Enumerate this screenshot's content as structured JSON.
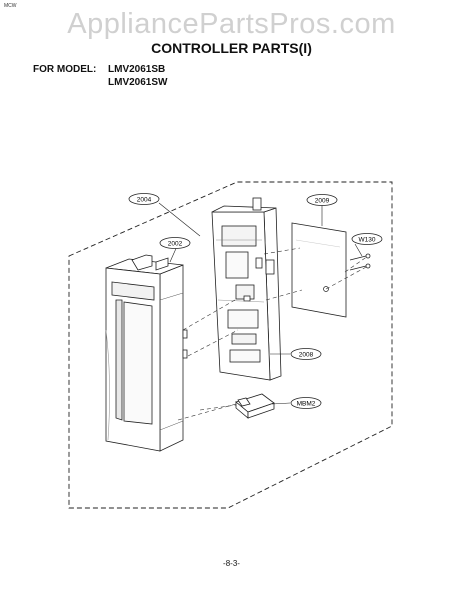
{
  "header": {
    "corner_mark": "MCW",
    "watermark": "AppliancePartsPros.com",
    "title": "CONTROLLER PARTS(I)",
    "model_label": "FOR MODEL:",
    "models": [
      "LMV2061SB",
      "LMV2061SW"
    ]
  },
  "callouts": [
    {
      "id": "c2004",
      "label": "2004"
    },
    {
      "id": "c2002",
      "label": "2002"
    },
    {
      "id": "c2009",
      "label": "2009"
    },
    {
      "id": "cW130",
      "label": "W130"
    },
    {
      "id": "c2008",
      "label": "2008"
    },
    {
      "id": "cMBM2",
      "label": "MBM2"
    }
  ],
  "footer": {
    "page_number": "-8-3-"
  }
}
